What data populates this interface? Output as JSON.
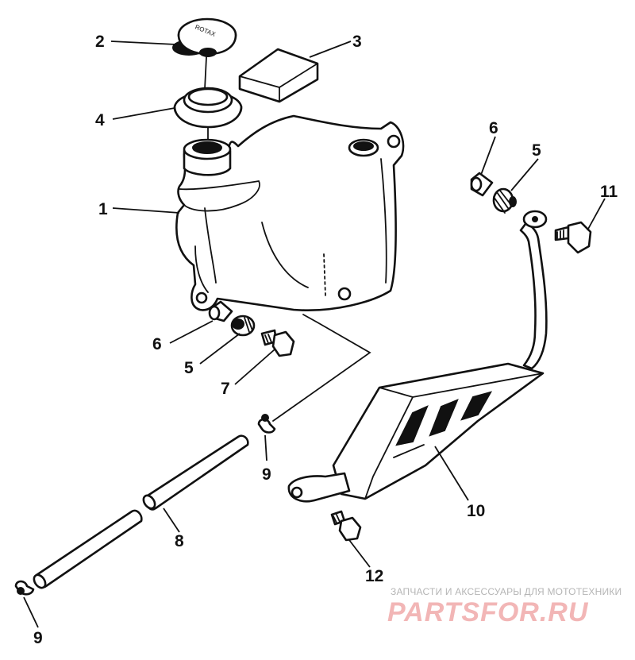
{
  "callouts": {
    "c1": "1",
    "c2": "2",
    "c3": "3",
    "c4": "4",
    "c5a": "5",
    "c5b": "5",
    "c6a": "6",
    "c6b": "6",
    "c7": "7",
    "c8": "8",
    "c9a": "9",
    "c9b": "9",
    "c10": "10",
    "c11": "11",
    "c12": "12"
  },
  "cap_marking": "ROTAX",
  "watermark": {
    "tagline": "ЗАПЧАСТИ И АКСЕССУАРЫ ДЛЯ МОТОТЕХНИКИ",
    "brand": "PARTSFOR.RU"
  },
  "colors": {
    "line": "#111111",
    "watermark_brand": "#f2b6b6",
    "watermark_tagline": "#b5b5b5"
  }
}
